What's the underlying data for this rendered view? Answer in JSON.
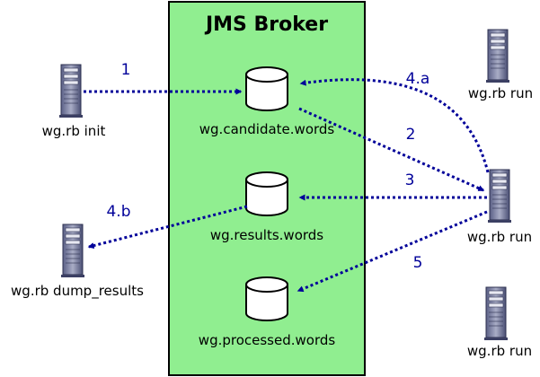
{
  "broker": {
    "title": "JMS Broker",
    "fill_color": "#90ee90"
  },
  "queues": [
    {
      "name": "wg.candidate.words"
    },
    {
      "name": "wg.results.words"
    },
    {
      "name": "wg.processed.words"
    }
  ],
  "hosts": [
    {
      "label": "wg.rb init"
    },
    {
      "label": "wg.rb dump_results"
    },
    {
      "label": "wg.rb run"
    },
    {
      "label": "wg.rb run"
    },
    {
      "label": "wg.rb run"
    }
  ],
  "steps": [
    {
      "label": "1"
    },
    {
      "label": "2"
    },
    {
      "label": "3"
    },
    {
      "label": "4.a"
    },
    {
      "label": "4.b"
    },
    {
      "label": "5"
    }
  ],
  "colors": {
    "arrow": "#000099",
    "step_text": "#000099"
  },
  "icons": [
    "server-tower-icon",
    "database-cylinder-icon"
  ]
}
